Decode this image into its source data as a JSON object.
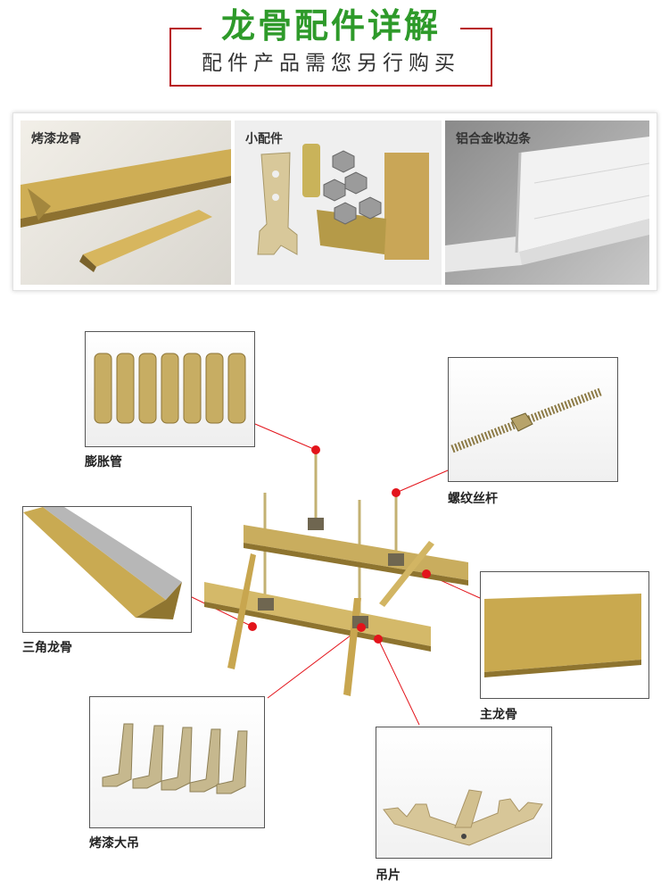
{
  "header": {
    "title": "龙骨配件详解",
    "subtitle": "配件产品需您另行购买"
  },
  "products": [
    {
      "label": "烤漆龙骨"
    },
    {
      "label": "小配件"
    },
    {
      "label": "铝合金收边条"
    }
  ],
  "parts": {
    "expansion_tube": "膨胀管",
    "threaded_rod": "螺纹丝杆",
    "triangle_keel": "三角龙骨",
    "main_keel": "主龙骨",
    "painted_hanger": "烤漆大吊",
    "hanging_plate": "吊片"
  },
  "colors": {
    "title_green": "#2e9a2a",
    "frame_red": "#b8141b",
    "callout_red": "#e3141b",
    "gold": "#c8a95a"
  }
}
